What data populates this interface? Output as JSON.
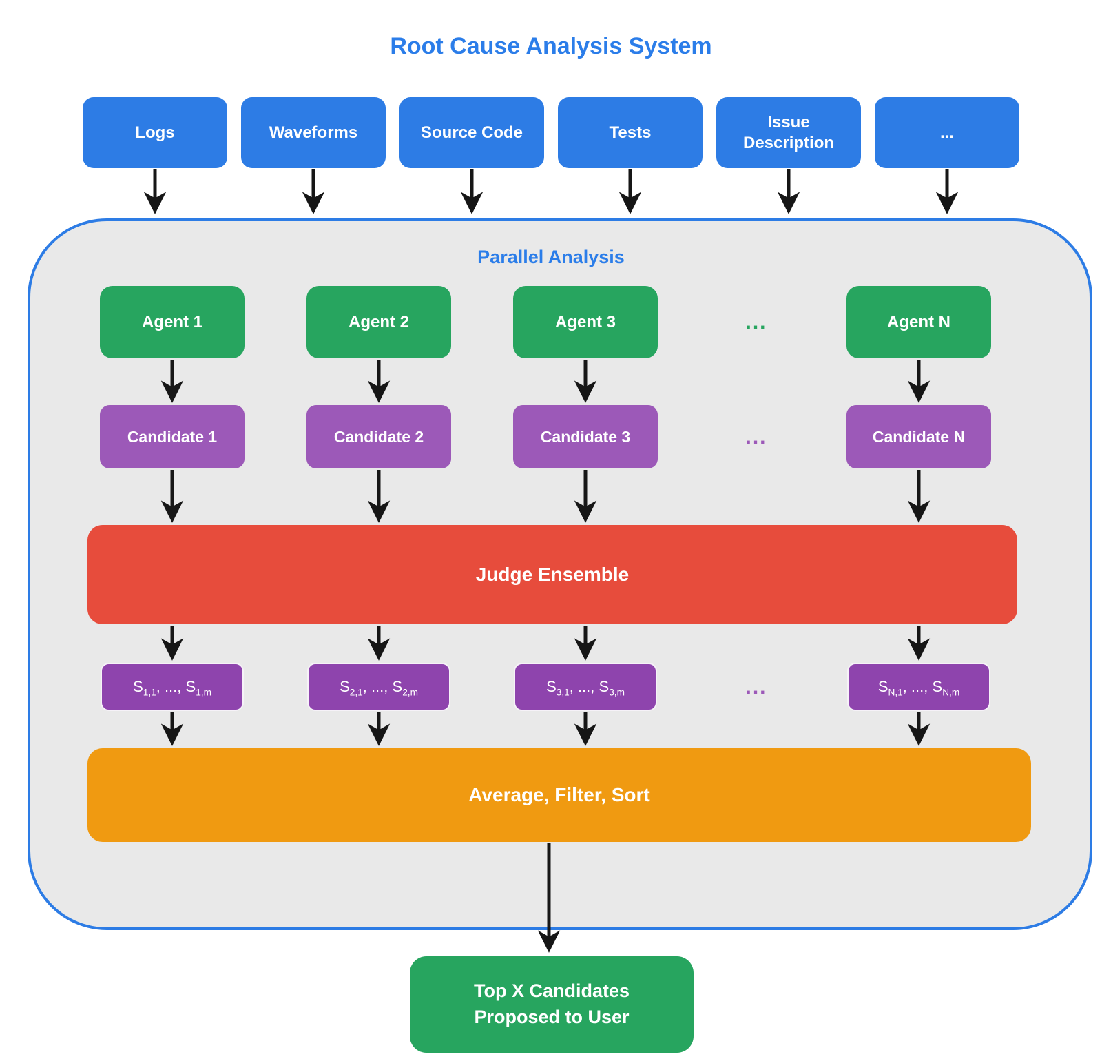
{
  "title": "Root Cause Analysis System",
  "inputs": [
    {
      "label": "Logs"
    },
    {
      "label": "Waveforms"
    },
    {
      "label": "Source Code"
    },
    {
      "label": "Tests"
    },
    {
      "label": "Issue Description"
    },
    {
      "label": "..."
    }
  ],
  "parallel": {
    "label": "Parallel Analysis",
    "agents": [
      {
        "label": "Agent 1"
      },
      {
        "label": "Agent 2"
      },
      {
        "label": "Agent 3"
      },
      {
        "label": "Agent N"
      }
    ],
    "agents_ellipsis": "...",
    "candidates": [
      {
        "label": "Candidate 1"
      },
      {
        "label": "Candidate 2"
      },
      {
        "label": "Candidate 3"
      },
      {
        "label": "Candidate N"
      }
    ],
    "candidates_ellipsis": "...",
    "judge": {
      "label": "Judge Ensemble"
    },
    "scores": [
      {
        "base": "S",
        "first_sub": "1,1",
        "separator": ", ..., ",
        "last_sub": "1,m"
      },
      {
        "base": "S",
        "first_sub": "2,1",
        "separator": ", ..., ",
        "last_sub": "2,m"
      },
      {
        "base": "S",
        "first_sub": "3,1",
        "separator": ", ..., ",
        "last_sub": "3,m"
      },
      {
        "base": "S",
        "first_sub": "N,1",
        "separator": ", ..., ",
        "last_sub": "N,m"
      }
    ],
    "scores_ellipsis": "...",
    "aggregate": {
      "label": "Average, Filter, Sort"
    }
  },
  "output": {
    "line1": "Top X Candidates",
    "line2": "Proposed to User"
  },
  "colors": {
    "input_blue": "#2d7ce5",
    "title_blue": "#2b7de9",
    "agent_green": "#27a55f",
    "candidate_purple": "#9c59b8",
    "score_purple": "#8e44ad",
    "judge_red": "#e74c3c",
    "aggregate_orange": "#f09a11",
    "container_fill": "#e9e9e9",
    "container_border": "#2d7ce5",
    "arrow_black": "#161616"
  }
}
